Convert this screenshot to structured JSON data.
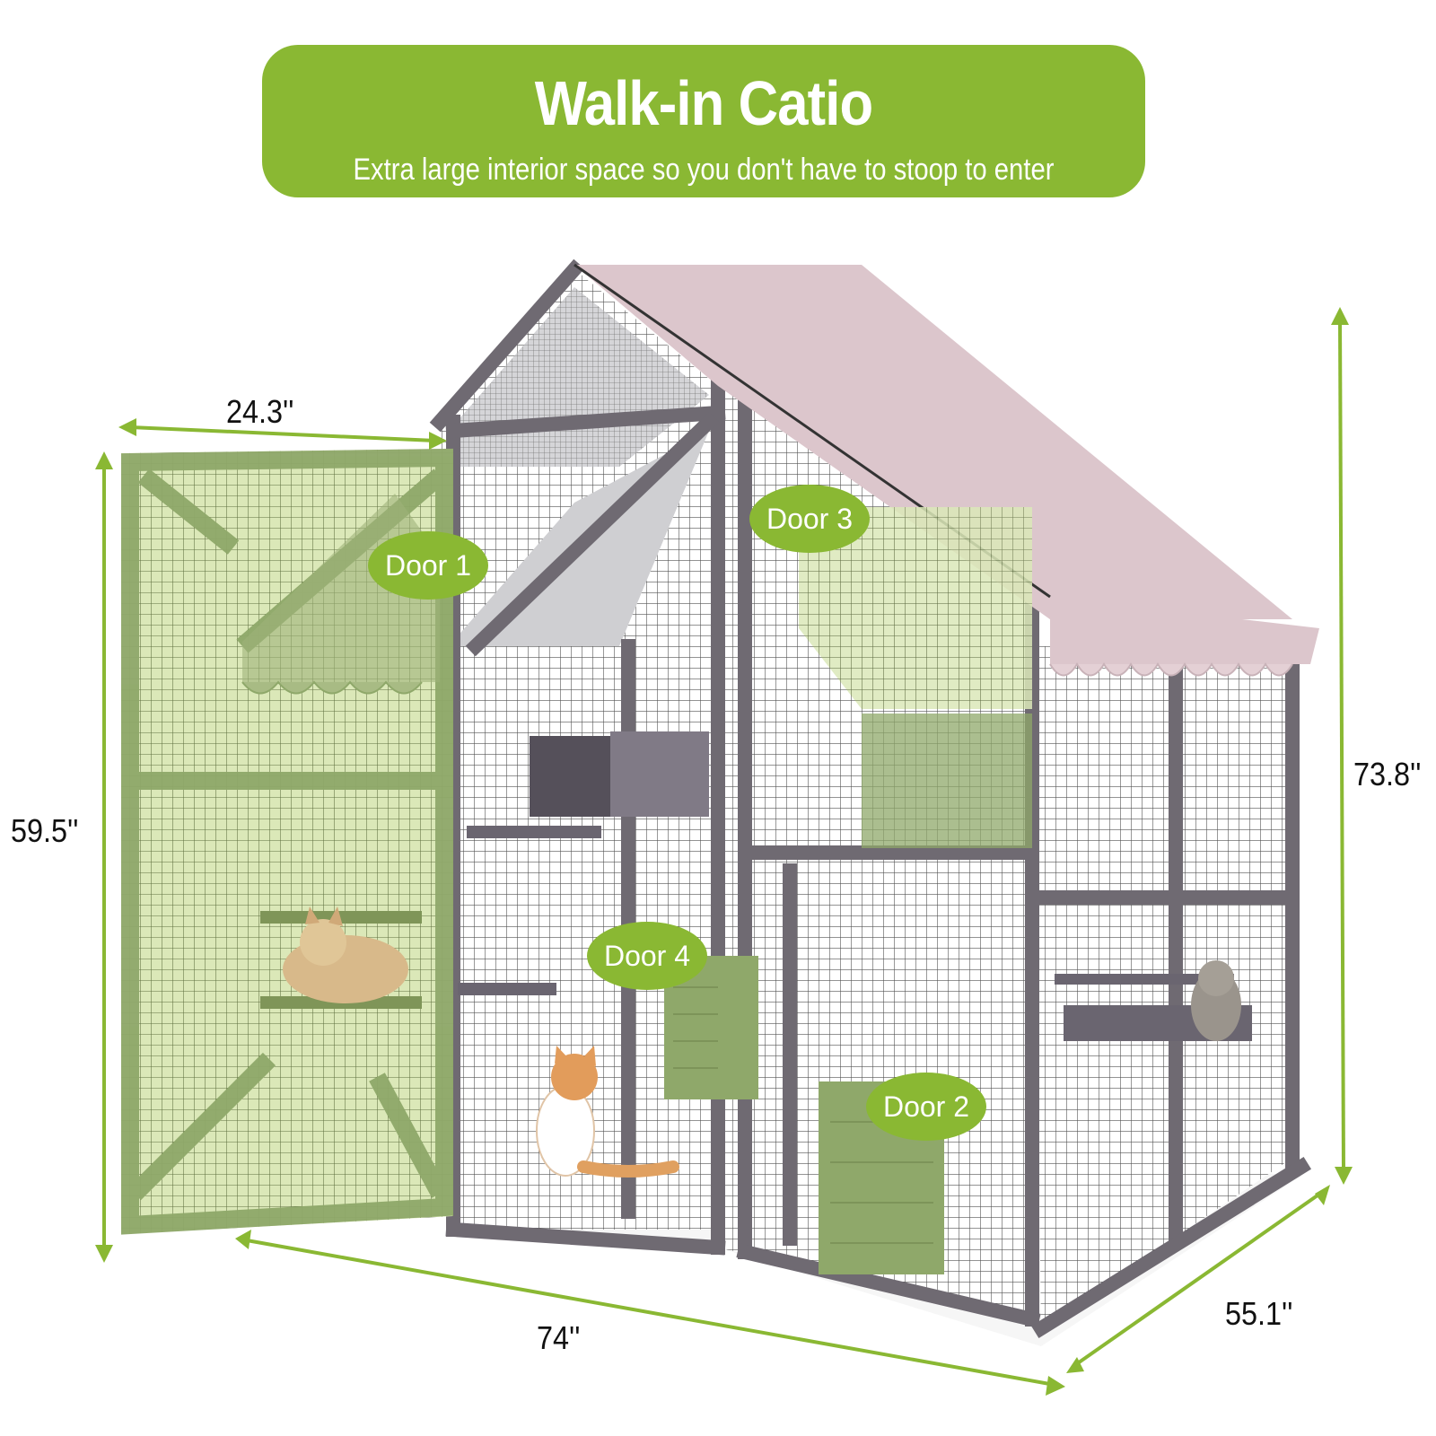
{
  "banner": {
    "title": "Walk-in Catio",
    "subtitle": "Extra large interior space so you don't have to stoop to enter",
    "color": "#8ab833"
  },
  "dimensions": {
    "door_width": "24.3''",
    "door_height": "59.5''",
    "total_height": "73.8''",
    "length": "74''",
    "depth": "55.1''"
  },
  "doors": [
    {
      "label": "Door 1"
    },
    {
      "label": "Door 2"
    },
    {
      "label": "Door 3"
    },
    {
      "label": "Door 4"
    }
  ],
  "colors": {
    "accent_green": "#8ab833",
    "door_highlight": "#8fa86a",
    "frame_gray": "#6f6a72",
    "roof_pink": "#dcc6cc"
  }
}
